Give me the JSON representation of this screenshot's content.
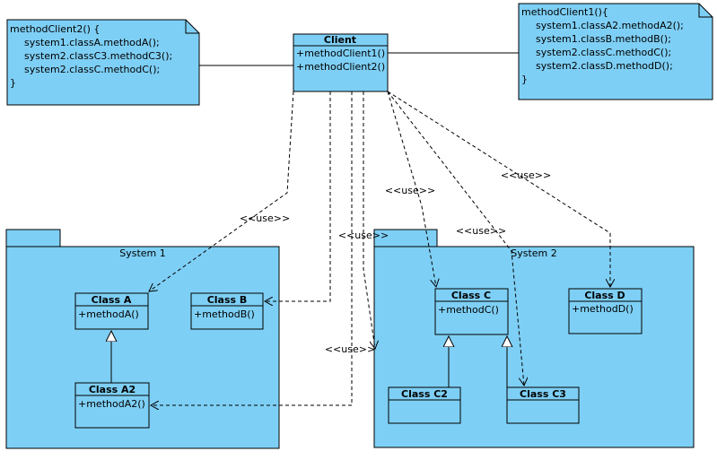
{
  "notes": {
    "left": [
      "methodClient2() {",
      "system1.classA.methodA();",
      "system2.classC3.methodC3();",
      "system2.classC.methodC();",
      "}"
    ],
    "right": [
      "methodClient1(){",
      "system1.classA2.methodA2();",
      "system1.classB.methodB();",
      "system2.classC.methodC();",
      "system2.classD.methodD();",
      "}"
    ]
  },
  "client": {
    "title": "Client",
    "methods": [
      "+methodClient1()",
      "+methodClient2()"
    ]
  },
  "packages": {
    "system1": "System 1",
    "system2": "System 2"
  },
  "classes": {
    "a": {
      "title": "Class A",
      "method": "+methodA()"
    },
    "b": {
      "title": "Class B",
      "method": "+methodB()"
    },
    "a2": {
      "title": "Class A2",
      "method": "+methodA2()"
    },
    "c": {
      "title": "Class C",
      "method": "+methodC()"
    },
    "d": {
      "title": "Class D",
      "method": "+methodD()"
    },
    "c2": {
      "title": "Class C2"
    },
    "c3": {
      "title": "Class C3"
    }
  },
  "use_label": "<<use>>",
  "colors": {
    "fill": "#7ecff5",
    "line": "#000000"
  }
}
